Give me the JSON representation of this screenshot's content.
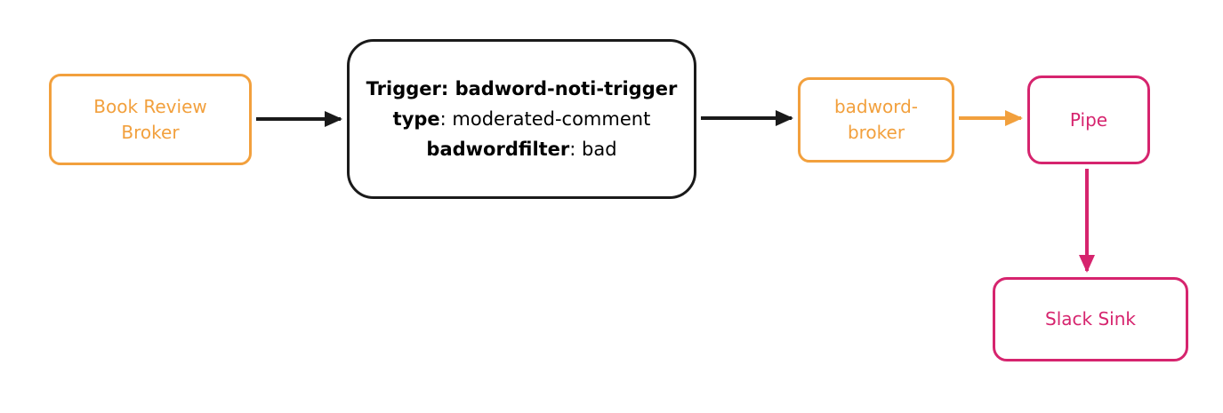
{
  "colors": {
    "orange": "#F2A03D",
    "pink": "#D6246E",
    "black": "#1A1A1A"
  },
  "nodes": {
    "book_review_broker": {
      "label": "Book Review Broker"
    },
    "trigger": {
      "line1": "Trigger: badword-noti-trigger",
      "line2_bold": "type",
      "line2_rest": ": moderated-comment",
      "line3_bold": "badwordfilter",
      "line3_rest": ": bad"
    },
    "badword_broker": {
      "label": "badword-broker"
    },
    "pipe": {
      "label": "Pipe"
    },
    "slack_sink": {
      "label": "Slack Sink"
    }
  }
}
